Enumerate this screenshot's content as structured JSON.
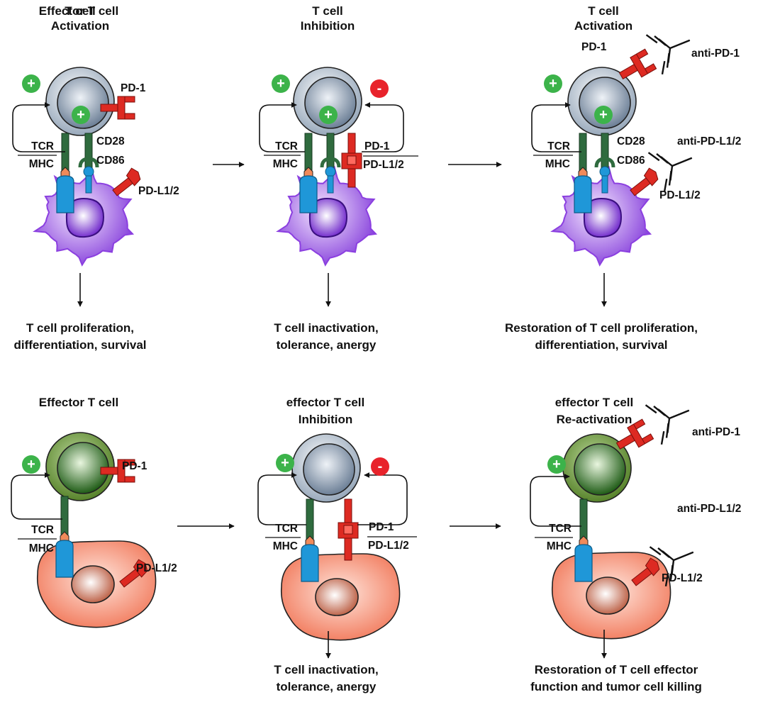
{
  "panels": [
    {
      "title": [
        "T cell",
        "Activation"
      ],
      "outcome": [
        "T cell proliferation,",
        "differentiation, survival"
      ],
      "labels": {
        "pd1": "PD-1",
        "tcr": "TCR",
        "mhc": "MHC",
        "cd28": "CD28",
        "cd86": "CD86",
        "pdl1": "PD-L1/2"
      },
      "signs": [
        "+",
        "+"
      ]
    },
    {
      "title": [
        "T cell",
        "Inhibition"
      ],
      "outcome": [
        "T cell inactivation,",
        "tolerance, anergy"
      ],
      "labels": {
        "tcr": "TCR",
        "mhc": "MHC",
        "pd1": "PD-1",
        "pdl1": "PD-L1/2"
      },
      "signs": [
        "+",
        "+",
        "-"
      ]
    },
    {
      "title": [
        "T cell",
        "Activation"
      ],
      "outcome": [
        "Restoration of T cell proliferation,",
        "differentiation, survival"
      ],
      "labels": {
        "pd1": "PD-1",
        "antipd1": "anti-PD-1",
        "tcr": "TCR",
        "mhc": "MHC",
        "cd28": "CD28",
        "cd86": "CD86",
        "antipdl1": "anti-PD-L1/2",
        "pdl1": "PD-L1/2"
      },
      "signs": [
        "+",
        "+"
      ]
    },
    {
      "title": [
        "Effector T cell"
      ],
      "outcome": [],
      "labels": {
        "pd1": "PD-1",
        "tcr": "TCR",
        "mhc": "MHC",
        "pdl1": "PD-L1/2"
      },
      "signs": [
        "+"
      ]
    },
    {
      "title": [
        "effector T cell",
        "Inhibition"
      ],
      "outcome": [
        "T cell inactivation,",
        "tolerance, anergy"
      ],
      "labels": {
        "tcr": "TCR",
        "mhc": "MHC",
        "pd1": "PD-1",
        "pdl1": "PD-L1/2"
      },
      "signs": [
        "+",
        "-"
      ]
    },
    {
      "title": [
        "effector T cell",
        "Re-activation"
      ],
      "outcome": [
        "Restoration of T cell effector",
        "function and tumor cell killing"
      ],
      "labels": {
        "antipd1": "anti-PD-1",
        "tcr": "TCR",
        "mhc": "MHC",
        "antipdl1": "anti-PD-L1/2",
        "pdl1": "PD-L1/2"
      },
      "signs": [
        "+"
      ]
    }
  ],
  "colors": {
    "tcell": "#aebccd",
    "effector": "#5f8f2a",
    "apc": "#8b3fe0",
    "tumor": "#f07a5e",
    "tcr": "#2f6b3e",
    "mhc": "#1f97d8",
    "pd": "#dd2a22",
    "plus": "#3cb34a",
    "minus": "#e8232b"
  }
}
